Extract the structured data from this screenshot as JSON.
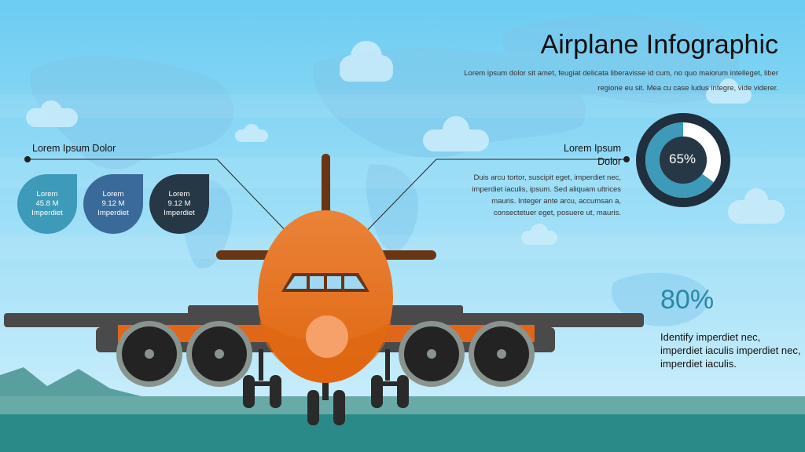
{
  "title": "Airplane Infographic",
  "subtitle": "Lorem ipsum dolor sit amet, feugiat delicata liberavisse id cum, no quo maiorum intelleget, liber regione eu sit. Mea cu case ludus integre, vide viderer.",
  "left_callout": {
    "label": "Lorem Ipsum Dolor",
    "drops": [
      {
        "line1": "Lorem",
        "line2": "45.8 M",
        "line3": "Imperdiet",
        "color": "#3d9ab8"
      },
      {
        "line1": "Lorem",
        "line2": "9.12 M",
        "line3": "Imperdiet",
        "color": "#3a6a9a"
      },
      {
        "line1": "Lorem",
        "line2": "9.12 M",
        "line3": "Imperdiet",
        "color": "#263746"
      }
    ]
  },
  "right_callout": {
    "label": "Lorem Ipsum Dolor",
    "description": "Duis arcu tortor, suscipit eget, imperdiet nec, imperdiet iaculis, ipsum. Sed aliquam ultrices mauris. Integer ante arcu, accumsan a, consectetuer eget, posuere ut, mauris."
  },
  "donut": {
    "label": "65%",
    "fraction": 0.65,
    "ring_color": "#3d9ab8",
    "bg_color": "#1f2f3d"
  },
  "stat": {
    "value": "80%",
    "text": "Identify imperdiet nec, imperdiet iaculis imperdiet nec, imperdiet iaculis."
  },
  "colors": {
    "sky_top": "#6ecff2",
    "sky_bottom": "#cdeffb",
    "ground": "#2a8a88",
    "plane_body": "#e87d33",
    "engine": "#232323"
  }
}
